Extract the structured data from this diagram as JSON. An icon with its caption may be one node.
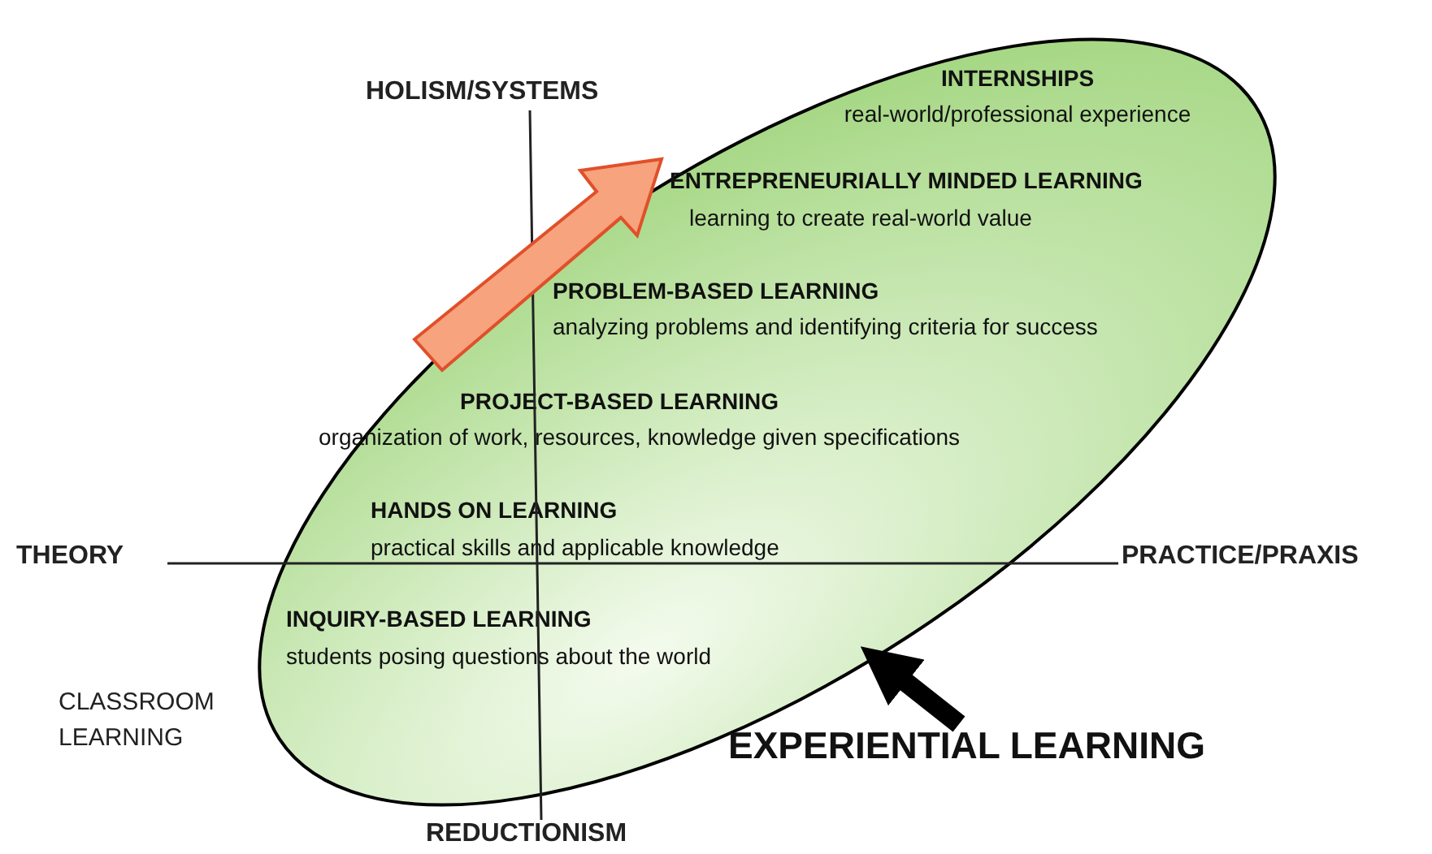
{
  "diagram": {
    "nodes": [
      {
        "text": [
          "INTERNSHIPS",
          "real-world/professional experience",
          "ENTREPRENEURIALLY MINDED LEARNING",
          "learning to create real-world value",
          "PROBLEM-BASED LEARNING",
          "analyzing problems and identifying criteria for success",
          "PROJECT-BASED LEARNING",
          "organization of work, resources, knowledge given specifications",
          "HANDS ON LEARNING",
          "practical skills and applicable knowledge",
          "INQUIRY-BASED LEARNING",
          "students posing questions about the world"
        ]
      },
      {
        "text": [
          "EXPERIENTIAL LEARNING"
        ]
      }
    ],
    "edges": [
      {
        "from": 1,
        "to": 0,
        "arrow": "to"
      }
    ],
    "labels": [
      "HOLISM/SYSTEMS",
      "THEORY",
      "PRACTICE/PRAXIS",
      "CLASSROOM LEARNING",
      "REDUCTIONISM"
    ]
  }
}
